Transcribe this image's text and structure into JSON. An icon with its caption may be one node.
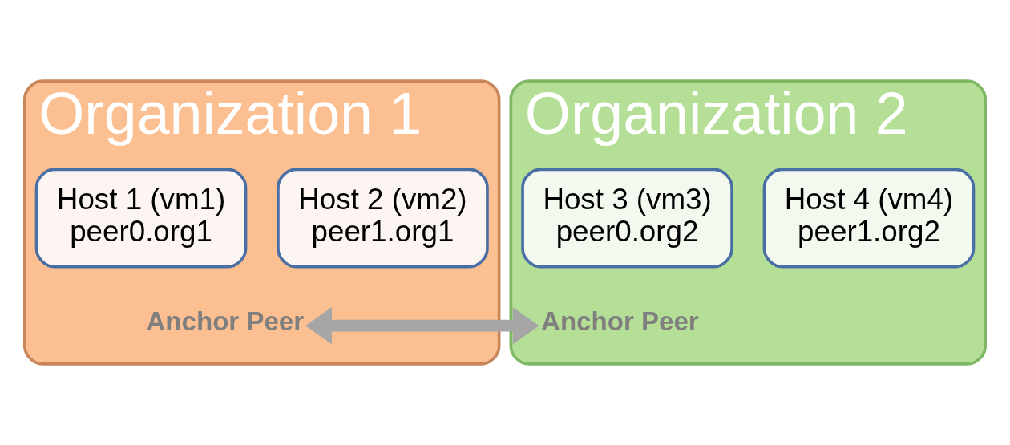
{
  "diagram": {
    "nodes": [
      {
        "text": [
          "Organization 1"
        ]
      },
      {
        "text": [
          "Host 1 (vm1)",
          "peer0.org1"
        ],
        "in": 0
      },
      {
        "text": [
          "Host 2 (vm2)",
          "peer1.org1"
        ],
        "in": 0
      },
      {
        "text": [
          "Anchor Peer"
        ],
        "in": 0
      },
      {
        "text": [
          "Organization 2"
        ]
      },
      {
        "text": [
          "Host 3 (vm3)",
          "peer0.org2"
        ],
        "in": 4
      },
      {
        "text": [
          "Host 4 (vm4)",
          "peer1.org2"
        ],
        "in": 4
      },
      {
        "text": [
          "Anchor Peer"
        ],
        "in": 4
      }
    ],
    "edges": [
      {
        "from": 3,
        "to": 7,
        "arrow": "both"
      }
    ]
  }
}
